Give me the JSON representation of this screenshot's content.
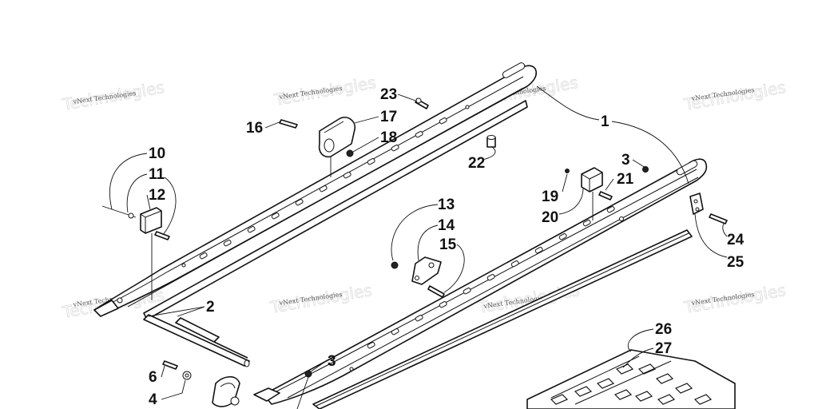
{
  "diagram": {
    "watermark_text": "vNext Technologies",
    "callouts": [
      {
        "id": "c1",
        "label": "1"
      },
      {
        "id": "c2",
        "label": "2"
      },
      {
        "id": "c3a",
        "label": "3"
      },
      {
        "id": "c3b",
        "label": "3"
      },
      {
        "id": "c4",
        "label": "4"
      },
      {
        "id": "c6",
        "label": "6"
      },
      {
        "id": "c10",
        "label": "10"
      },
      {
        "id": "c11",
        "label": "11"
      },
      {
        "id": "c12",
        "label": "12"
      },
      {
        "id": "c13",
        "label": "13"
      },
      {
        "id": "c14",
        "label": "14"
      },
      {
        "id": "c15",
        "label": "15"
      },
      {
        "id": "c16",
        "label": "16"
      },
      {
        "id": "c17",
        "label": "17"
      },
      {
        "id": "c18",
        "label": "18"
      },
      {
        "id": "c19",
        "label": "19"
      },
      {
        "id": "c20",
        "label": "20"
      },
      {
        "id": "c21",
        "label": "21"
      },
      {
        "id": "c22",
        "label": "22"
      },
      {
        "id": "c23",
        "label": "23"
      },
      {
        "id": "c24",
        "label": "24"
      },
      {
        "id": "c25",
        "label": "25"
      },
      {
        "id": "c26",
        "label": "26"
      },
      {
        "id": "c27",
        "label": "27"
      }
    ]
  }
}
